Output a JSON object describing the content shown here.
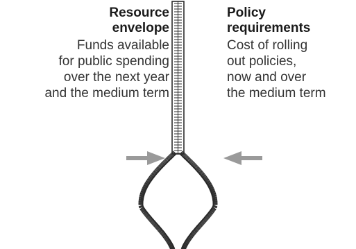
{
  "left_block": {
    "title": [
      "Resource",
      "envelope"
    ],
    "description": [
      "Funds available",
      "for public spending",
      "over the next year",
      "and the medium term"
    ]
  },
  "right_block": {
    "title": [
      "Policy",
      "requirements"
    ],
    "description": [
      "Cost of rolling",
      "out policies,",
      "now and over",
      "the medium term"
    ]
  },
  "icons": {
    "left_arrow": "arrow-right-icon",
    "right_arrow": "arrow-left-icon",
    "zipper": "zipper-icon"
  },
  "colors": {
    "arrow": "#9a9a9a",
    "zipper": "#2a2a2a",
    "text": "#1a1a1a"
  }
}
